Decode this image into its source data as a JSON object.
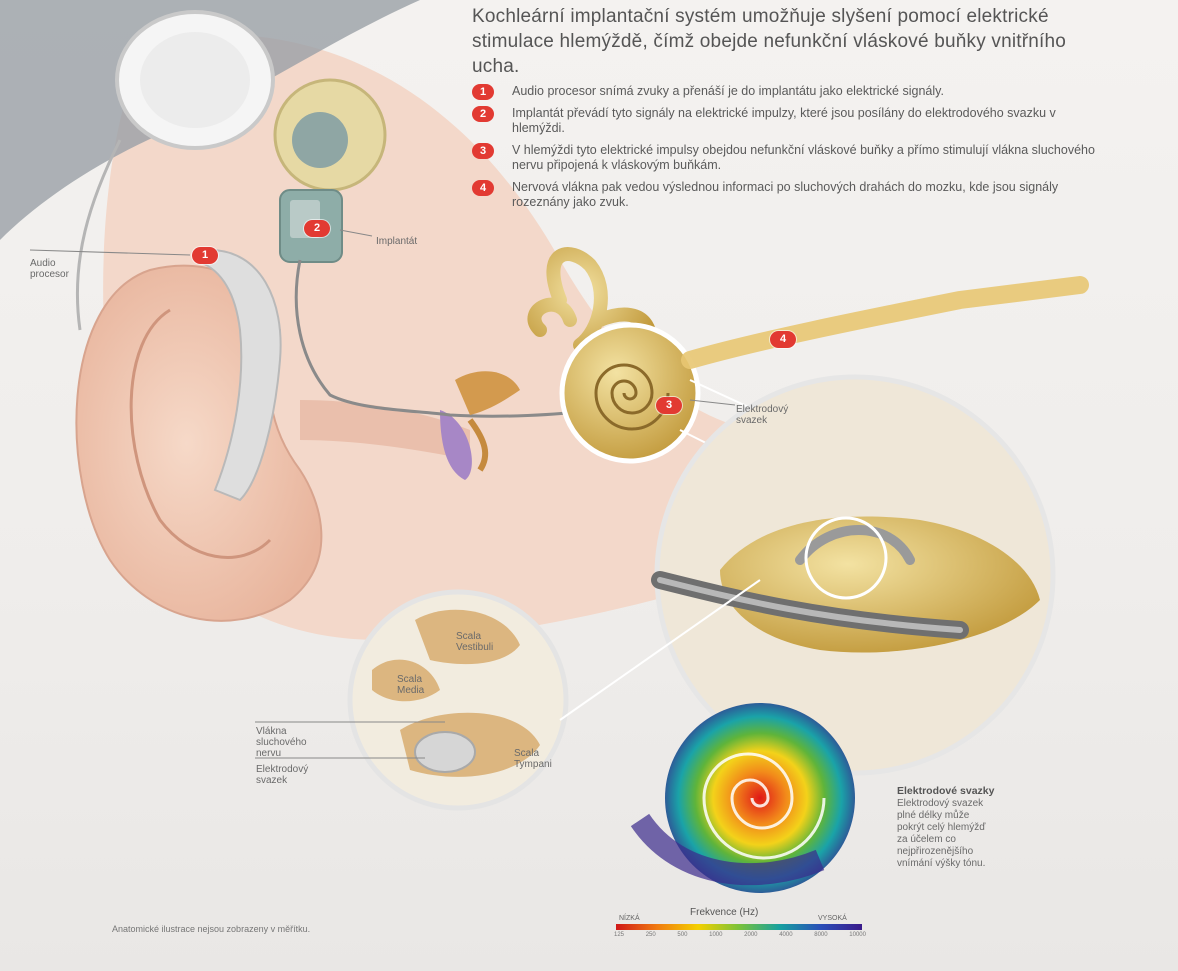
{
  "intro": "Kochleární implantační systém umožňuje slyšení pomocí elektrické stimulace hlemýždě, čímž obejde nefunkční vláskové buňky vnitřního ucha.",
  "steps": [
    {
      "number": "1",
      "text": "Audio procesor snímá zvuky a přenáší je do implantátu jako elektrické signály."
    },
    {
      "number": "2",
      "text": "Implantát převádí tyto signály na elektrické impulzy, které jsou posílány do elektrodového svazku v hlemýždi."
    },
    {
      "number": "3",
      "text": "V hlemýždi tyto elektrické impulsy obejdou nefunkční vláskové buňky a přímo stimulují vlákna sluchového nervu připojená k vláskovým buňkám."
    },
    {
      "number": "4",
      "text": "Nervová vlákna pak vedou výslednou informaci po sluchových drahách do mozku, kde jsou signály rozeznány jako zvuk."
    }
  ],
  "labels": {
    "audio_procesor": "Audio procesor",
    "implantat": "Implantát",
    "elektrodovy_svazek": "Elektrodový svazek",
    "scala_vestibuli": "Scala Vestibuli",
    "scala_media": "Scala Media",
    "scala_tympani": "Scala Tympani",
    "vlakna": "Vlákna sluchového nervu",
    "elektrodovy_svazek_2": "Elektrodový svazek"
  },
  "badges": [
    "1",
    "2",
    "3",
    "4"
  ],
  "sidebar": {
    "title": "Elektrodové svazky",
    "text": "Elektrodový svazek plné délky může pokrýt celý hlemýžď za účelem co nejpřirozenějšího vnímání výšky tónu."
  },
  "frequency": {
    "title": "Frekvence (Hz)",
    "low": "NÍZKÁ",
    "high": "VYSOKÁ",
    "ticks": [
      "125",
      "250",
      "500",
      "1000",
      "2000",
      "4000",
      "8000",
      "10000"
    ]
  },
  "footnote": "Anatomické ilustrace nejsou zobrazeny v měřítku.",
  "colors": {
    "accent": "#e23a32",
    "bone": "#c9a54a",
    "skin": "#f0c9b4"
  }
}
